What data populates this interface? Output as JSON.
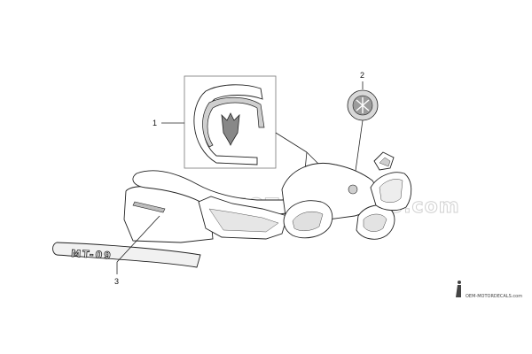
{
  "callouts": [
    {
      "id": "1",
      "label": "1"
    },
    {
      "id": "2",
      "label": "2"
    },
    {
      "id": "3",
      "label": "3"
    }
  ],
  "watermark": {
    "text": "OEMMOTORDECALS.com"
  },
  "emblem_text": "MT-09",
  "footer": {
    "text": "OEM-MOTORDECALS.com"
  },
  "colors": {
    "line": "#222222",
    "shade": "#bdbdbd",
    "light": "#e6e6e6"
  }
}
